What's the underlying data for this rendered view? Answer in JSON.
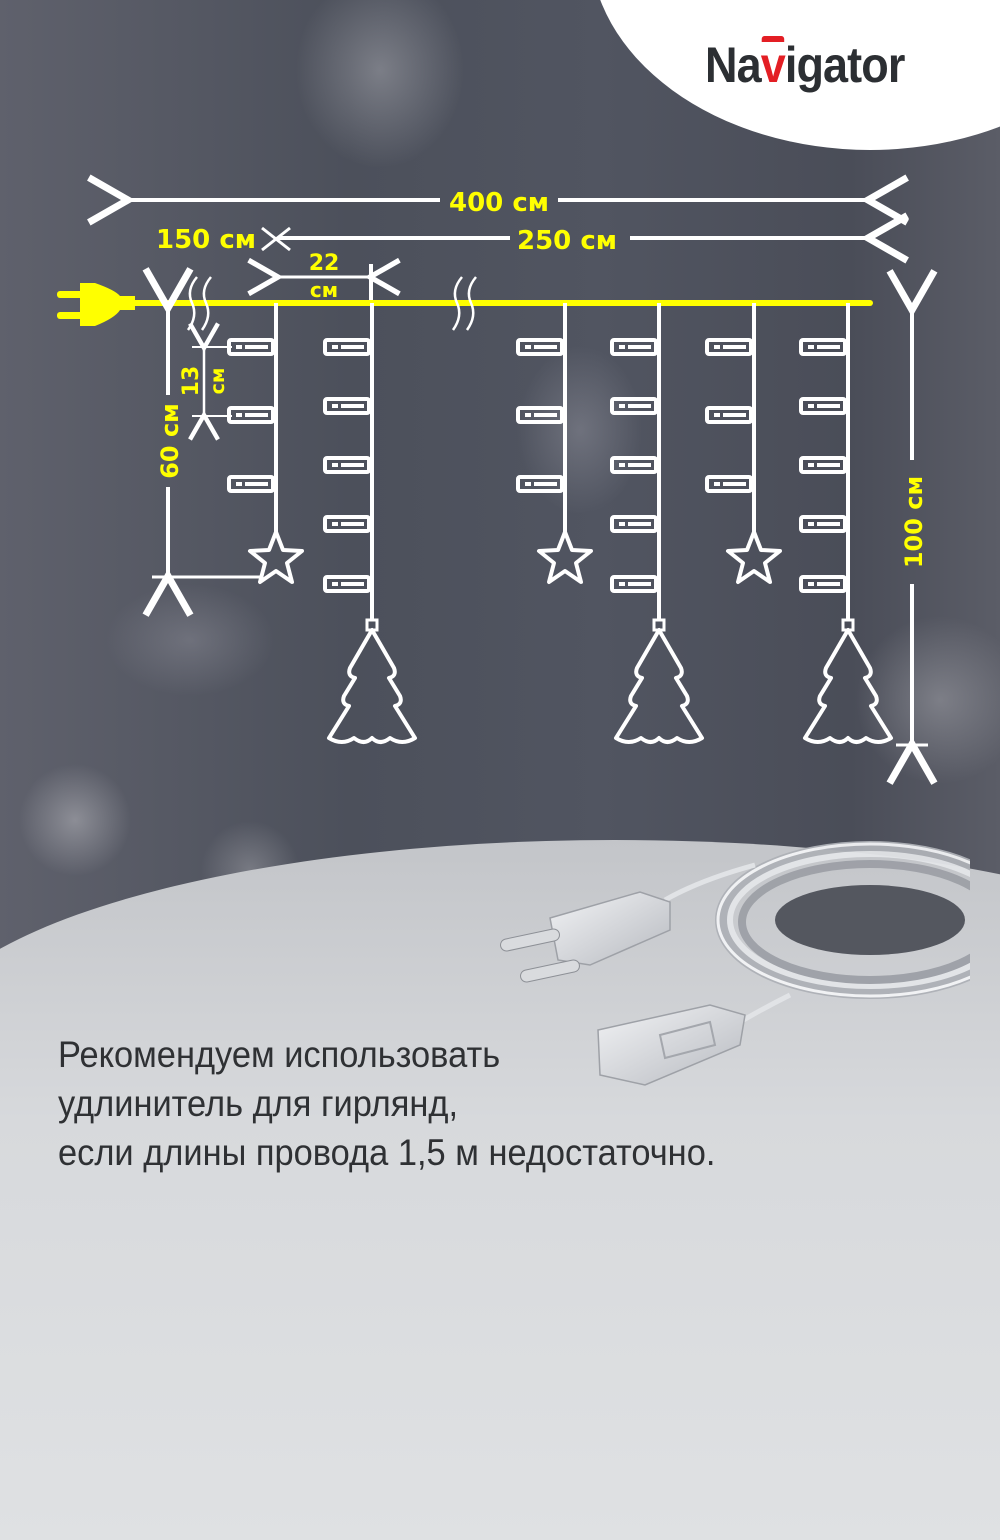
{
  "brand": {
    "name_pre": "Na",
    "name_v": "v",
    "name_post": "igator",
    "accent_color": "#e31e24",
    "text_color": "#2c2f33"
  },
  "diagram": {
    "line_color": "#ffffff",
    "label_color": "#ffff00",
    "dimensions": {
      "total_length": "400 см",
      "lead_length": "150 см",
      "curtain_length": "250 см",
      "string_spacing_value": "22",
      "string_spacing_unit": "см",
      "short_string_height": "60 см",
      "bulb_spacing_value": "13",
      "bulb_spacing_unit": "см",
      "long_string_height": "100 см"
    },
    "strings": [
      {
        "type": "short",
        "bulbs": 3,
        "pendant": "star"
      },
      {
        "type": "long",
        "bulbs": 5,
        "pendant": "tree"
      },
      {
        "type": "short",
        "bulbs": 3,
        "pendant": "star"
      },
      {
        "type": "long",
        "bulbs": 5,
        "pendant": "tree"
      },
      {
        "type": "short",
        "bulbs": 3,
        "pendant": "star"
      },
      {
        "type": "long",
        "bulbs": 5,
        "pendant": "tree"
      }
    ]
  },
  "recommendation": {
    "line1": "Рекомендуем использовать",
    "line2": "удлинитель для гирлянд,",
    "line3": "если длины провода 1,5 м недостаточно."
  },
  "product_image": {
    "label": "extension-cord"
  }
}
